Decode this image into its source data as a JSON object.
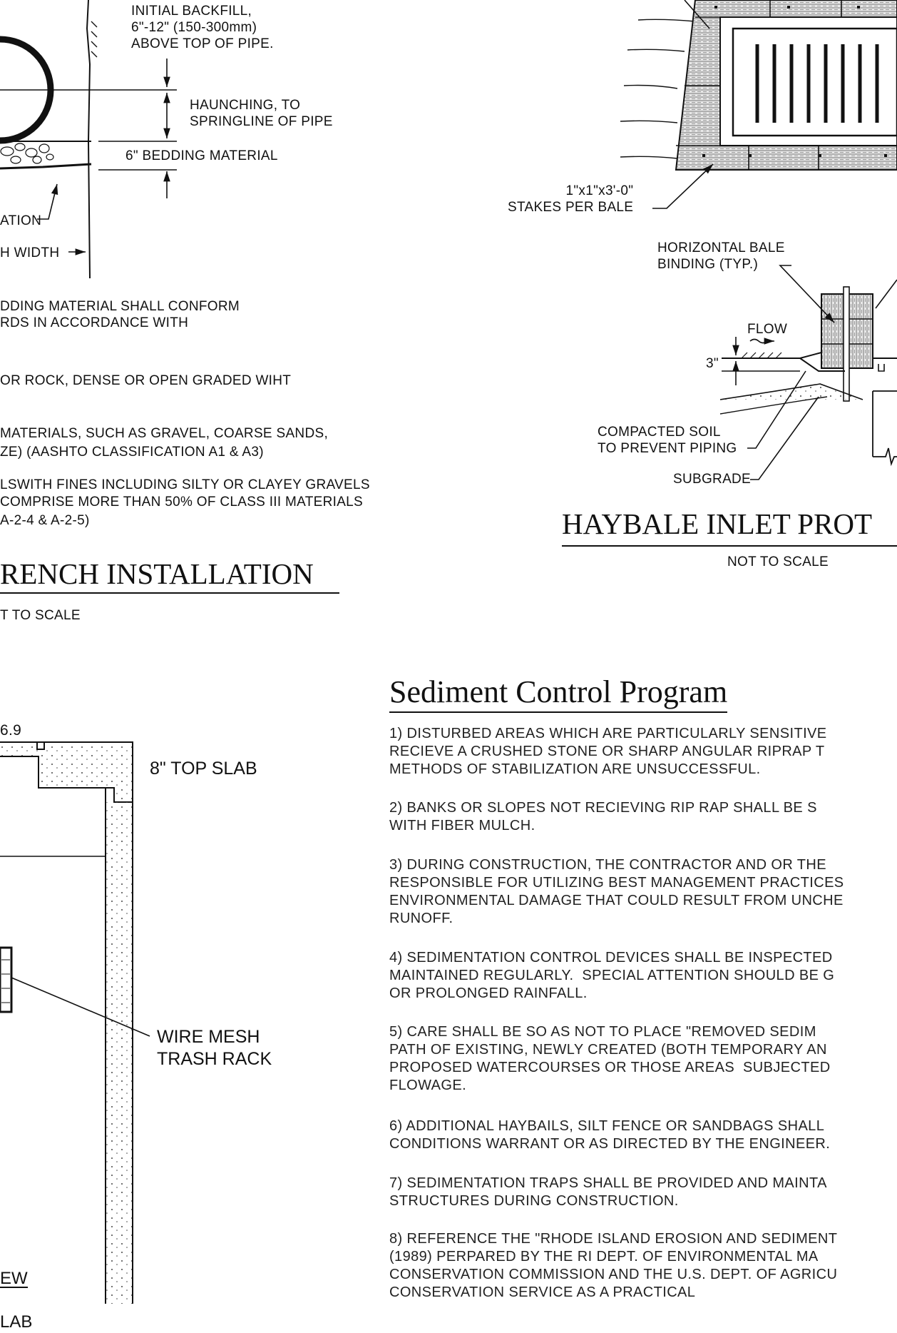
{
  "trench": {
    "initial_backfill": [
      "INITIAL BACKFILL,",
      "6\"-12\" (150-300mm)",
      "ABOVE TOP OF PIPE."
    ],
    "haunching": [
      "HAUNCHING, TO",
      "SPRINGLINE OF PIPE"
    ],
    "bedding": "6\" BEDDING MATERIAL",
    "foundation_fragment": "ATION",
    "width_fragment": "H WIDTH",
    "notes": [
      "DDING MATERIAL SHALL CONFORM",
      "RDS IN ACCORDANCE WITH",
      "OR ROCK, DENSE OR OPEN GRADED WIHT",
      "MATERIALS, SUCH AS GRAVEL, COARSE SANDS,",
      "ZE) (AASHTO CLASSIFICATION A1 & A3)",
      "LSWITH FINES INCLUDING SILTY OR CLAYEY GRAVELS",
      "COMPRISE MORE THAN 50% OF CLASS III MATERIALS",
      "A-2-4 & A-2-5)"
    ],
    "title": "RENCH INSTALLATION",
    "scale": "T TO SCALE"
  },
  "haybale": {
    "stakes": [
      "1\"x1\"x3'-0\"",
      "STAKES PER BALE"
    ],
    "binding": [
      "HORIZONTAL BALE",
      "BINDING (TYP.)"
    ],
    "flow": "FLOW",
    "dim_3": "3\"",
    "compacted": [
      "COMPACTED SOIL",
      "TO PREVENT PIPING"
    ],
    "subgrade": "SUBGRADE",
    "title": "HAYBALE INLET PROT",
    "scale": "NOT TO SCALE"
  },
  "outlet": {
    "elevation": "6.9",
    "top_slab": "8\" TOP SLAB",
    "wire_mesh": [
      "WIRE MESH",
      "TRASH RACK"
    ],
    "slab_fragment": "LAB",
    "view_fragment": "EW"
  },
  "sediment": {
    "title": "Sediment Control Program",
    "items": [
      [
        "1) DISTURBED AREAS WHICH ARE PARTICULARLY SENSITIVE",
        "RECIEVE A CRUSHED STONE OR SHARP ANGULAR RIPRAP T",
        "METHODS OF STABILIZATION ARE UNSUCCESSFUL."
      ],
      [
        "2) BANKS OR SLOPES NOT RECIEVING RIP RAP SHALL BE S",
        "WITH FIBER MULCH."
      ],
      [
        "3) DURING CONSTRUCTION, THE CONTRACTOR AND OR THE",
        "RESPONSIBLE FOR UTILIZING BEST MANAGEMENT PRACTICES",
        "ENVIRONMENTAL DAMAGE THAT COULD RESULT FROM UNCHE",
        "RUNOFF."
      ],
      [
        "4) SEDIMENTATION CONTROL DEVICES SHALL BE INSPECTED",
        "MAINTAINED REGULARLY.  SPECIAL ATTENTION SHOULD BE G",
        "OR PROLONGED RAINFALL."
      ],
      [
        "5) CARE SHALL BE SO AS NOT TO PLACE \"REMOVED SEDIM",
        "PATH OF EXISTING, NEWLY CREATED (BOTH TEMPORARY AN",
        "PROPOSED WATERCOURSES OR THOSE AREAS  SUBJECTED",
        "FLOWAGE."
      ],
      [
        "6) ADDITIONAL HAYBAILS, SILT FENCE OR SANDBAGS SHALL",
        "CONDITIONS WARRANT OR AS DIRECTED BY THE ENGINEER."
      ],
      [
        "7) SEDIMENTATION TRAPS SHALL BE PROVIDED AND MAINTA",
        "STRUCTURES DURING CONSTRUCTION."
      ],
      [
        "8) REFERENCE THE \"RHODE ISLAND EROSION AND SEDIMENT",
        "(1989) PERPARED BY THE RI DEPT. OF ENVIRONMENTAL MA",
        "CONSERVATION COMMISSION AND THE U.S. DEPT. OF AGRICU",
        "CONSERVATION SERVICE AS A PRACTICAL"
      ]
    ]
  }
}
